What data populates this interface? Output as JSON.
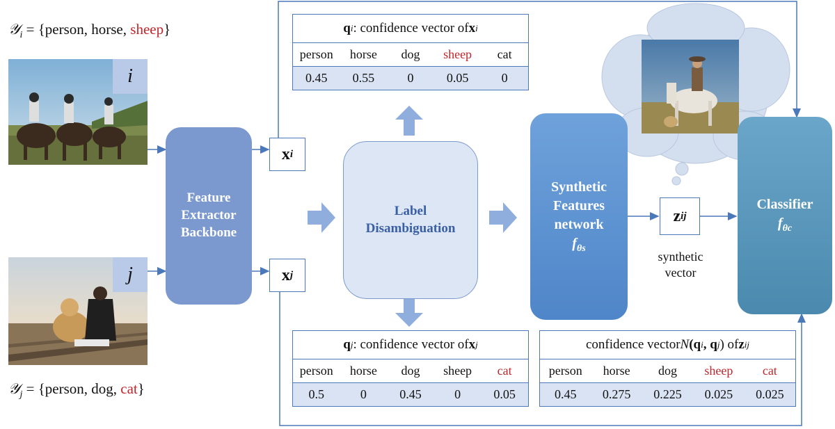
{
  "image_i": {
    "label_prefix": "𝒴",
    "label_index": "i",
    "label_eq": " = {person, horse, ",
    "label_red": "sheep",
    "label_close": "}",
    "tag": "i"
  },
  "image_j": {
    "label_prefix": "𝒴",
    "label_index": "j",
    "label_eq": " = {person, dog, ",
    "label_red": "cat",
    "label_close": "}",
    "tag": "j"
  },
  "backbone": {
    "line1": "Feature",
    "line2": "Extractor",
    "line3": "Backbone"
  },
  "features": {
    "xi_base": "x",
    "xi_sub": "i",
    "xj_base": "x",
    "xj_sub": "j"
  },
  "disambiguation": {
    "line1": "Label",
    "line2": "Disambiguation"
  },
  "synthetic_net": {
    "line1": "Synthetic",
    "line2": "Features",
    "line3": "network",
    "fn": "f",
    "fn_sub": "θs"
  },
  "synthetic_vector": {
    "base": "z",
    "sub": "ij",
    "caption1": "synthetic",
    "caption2": "vector"
  },
  "classifier": {
    "line1": "Classifier",
    "fn": "f",
    "fn_sub": "θc"
  },
  "classes": [
    "person",
    "horse",
    "dog",
    "sheep",
    "cat"
  ],
  "table_qi": {
    "head_sym": "q",
    "head_sub": "i",
    "head_text": " : confidence vector of ",
    "head_vec": "x",
    "head_vec_sub": "i",
    "values": [
      "0.45",
      "0.55",
      "0",
      "0.05",
      "0"
    ],
    "red_classes": [
      "sheep"
    ]
  },
  "table_qj": {
    "head_sym": "q",
    "head_sub": "j",
    "head_text": " : confidence vector of ",
    "head_vec": "x",
    "head_vec_sub": "j",
    "values": [
      "0.5",
      "0",
      "0.45",
      "0",
      "0.05"
    ],
    "red_classes": [
      "cat"
    ]
  },
  "table_z": {
    "head_text": "confidence vector ",
    "head_fn": "N",
    "head_args": "(q",
    "head_a1": "i",
    "head_comma": ", q",
    "head_a2": "j",
    "head_close": ") of ",
    "head_vec": "z",
    "head_vec_sub": "ij",
    "values": [
      "0.45",
      "0.275",
      "0.225",
      "0.025",
      "0.025"
    ],
    "red_classes": [
      "sheep",
      "cat"
    ]
  },
  "colors": {
    "backbone": "#7b99cf",
    "disambiguation": "#dce6f5",
    "synthetic": "#5a8fd0",
    "classifier": "#5b98bc",
    "arrow": "#8faedd",
    "line": "#4a78b8",
    "red_label": "#c0262b"
  }
}
